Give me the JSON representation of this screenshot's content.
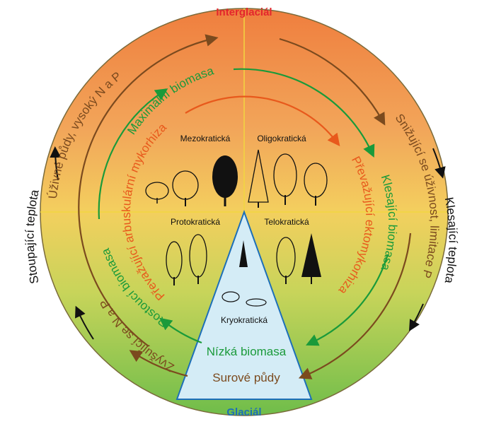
{
  "title_top": "Interglaciál",
  "title_bottom": "Glaciál",
  "quadrants": {
    "top_left": "Mezokratická",
    "top_right": "Oligokratická",
    "bottom_left": "Protokratická",
    "bottom_right": "Telokratická",
    "bottom_center": "Kryokratická"
  },
  "arcs": {
    "soils_fertile": "Úživné půdy, vysoký N a P",
    "fertility_decreasing": "Snižující se úživnost, limitace P",
    "max_biomass": "Maximální biomasa",
    "decreasing_biomass": "Klesající biomasa",
    "arbuscular": "Převažující arbuskulární mykorhiza",
    "ecto": "Převažující ektomykorhiza",
    "growing_biomass": "Rostoucí biomasa",
    "increasing_np": "Zvyšující se N a P",
    "low_biomass": "Nízká biomasa",
    "raw_soils": "Surové půdy"
  },
  "outer": {
    "rising_temp": "Stoupající teplota",
    "falling_temp": "Klesající teplota"
  },
  "colors": {
    "title_top": "#e3262d",
    "title_bottom": "#1d6fb8",
    "brown": "#7b4a1e",
    "green": "#1a9a3a",
    "orange": "#e8591c",
    "triangle_fill": "#d4ecf6",
    "triangle_stroke": "#1d6fb8",
    "grid_line": "#f2d640"
  }
}
